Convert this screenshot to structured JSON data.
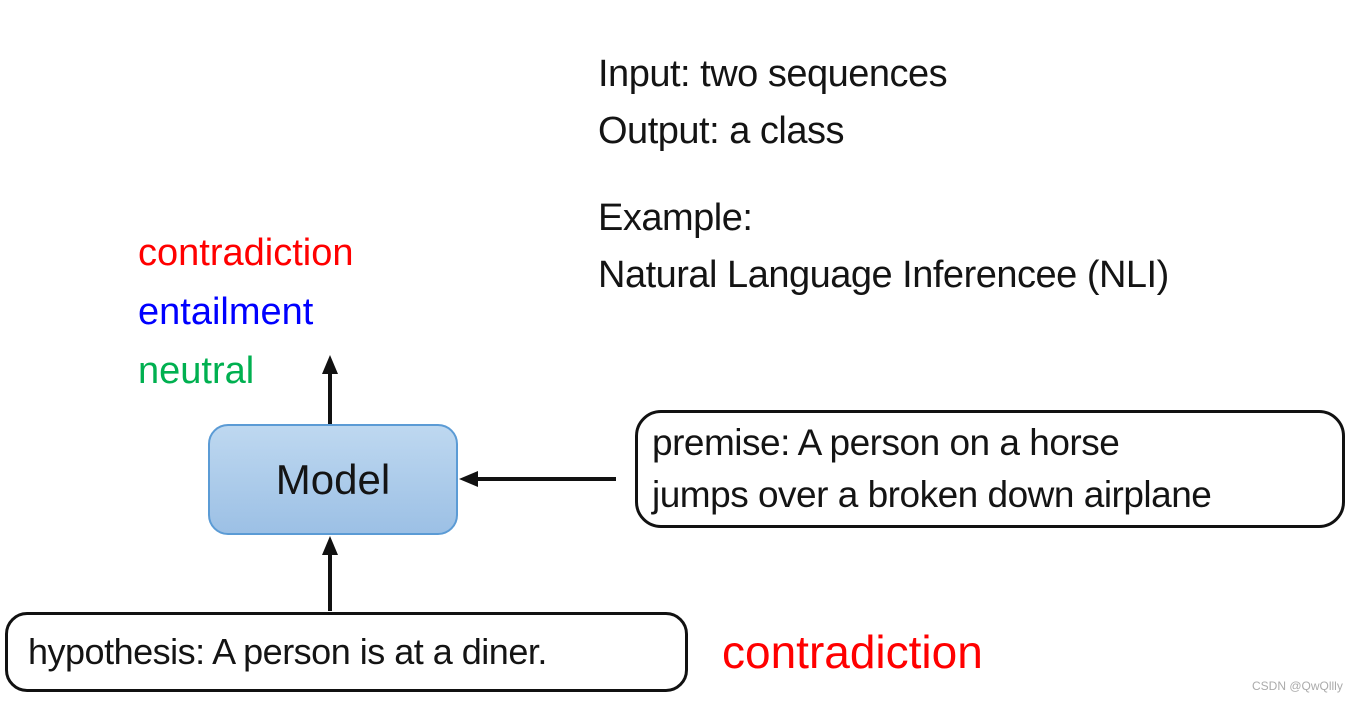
{
  "diagram": {
    "io_lines": [
      "Input: two sequences",
      "Output: a class"
    ],
    "example": {
      "label": "Example:",
      "value": "Natural Language Inferencee (NLI)"
    },
    "class_labels": [
      {
        "text": "contradiction",
        "color": "#ff0000"
      },
      {
        "text": "entailment",
        "color": "#0000ff"
      },
      {
        "text": "neutral",
        "color": "#00b050"
      }
    ],
    "model": {
      "label": "Model",
      "fill_top": "#bed8f0",
      "fill_bottom": "#9cc0e5",
      "border_color": "#5b9bd5"
    },
    "premise": {
      "lines": [
        "premise: A person on a horse",
        "jumps over a broken down airplane"
      ]
    },
    "hypothesis": {
      "text": "hypothesis: A person is at a diner."
    },
    "prediction": {
      "text": "contradiction",
      "color": "#ff0000"
    },
    "watermark": {
      "text": "CSDN @QwQllly",
      "color": "#ababab"
    }
  }
}
